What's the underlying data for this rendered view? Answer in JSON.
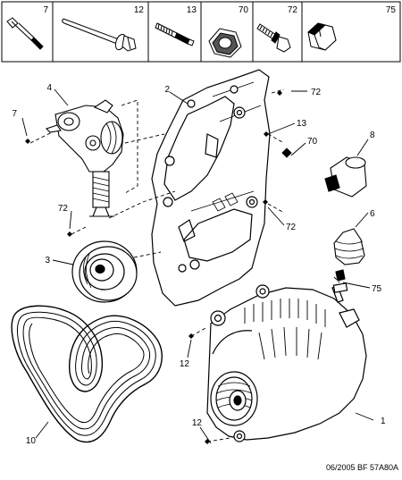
{
  "parts_strip": [
    {
      "ref": "7",
      "icon": "short-flange-bolt-icon"
    },
    {
      "ref": "12",
      "icon": "long-flange-bolt-icon"
    },
    {
      "ref": "13",
      "icon": "stud-icon"
    },
    {
      "ref": "70",
      "icon": "washer-nut-icon"
    },
    {
      "ref": "72",
      "icon": "flange-screw-icon"
    },
    {
      "ref": "75",
      "icon": "hex-nut-icon"
    }
  ],
  "callouts": {
    "c1": "1",
    "c2": "2",
    "c3": "3",
    "c4": "4",
    "c6": "6",
    "c7": "7",
    "c8": "8",
    "c10": "10",
    "c12a": "12",
    "c12b": "12",
    "c13": "13",
    "c70": "70",
    "c72a": "72",
    "c72b": "72",
    "c72c": "72",
    "c75": "75"
  },
  "footer": "06/2005  BF 57A80A",
  "line_color": "#000000"
}
